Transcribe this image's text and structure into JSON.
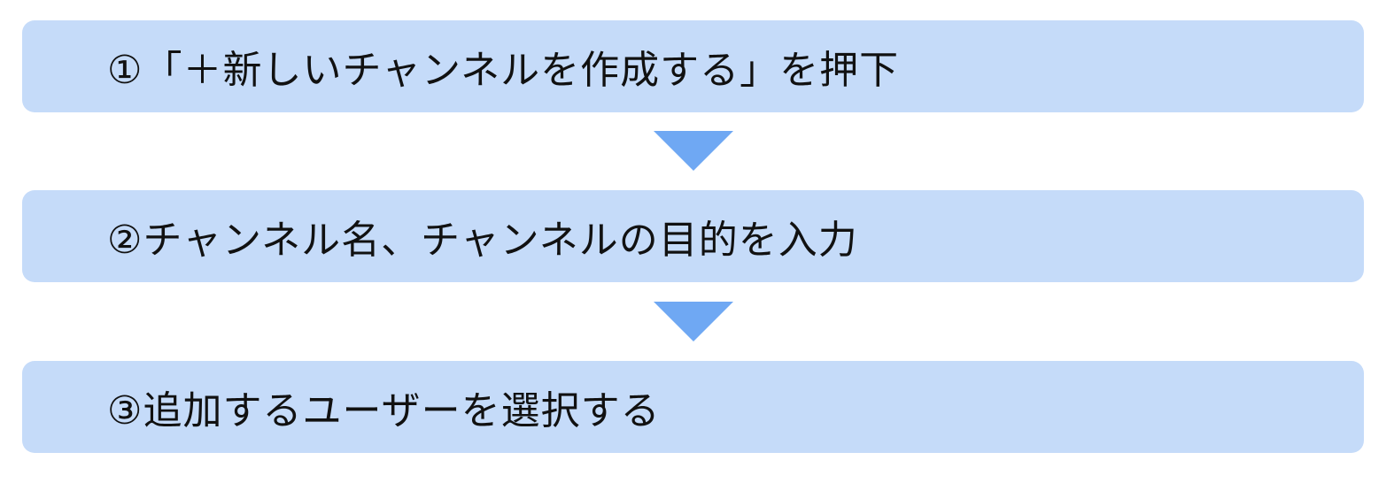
{
  "steps": [
    {
      "label": "①「＋新しいチャンネルを作成する」を押下"
    },
    {
      "label": "②チャンネル名、チャンネルの目的を入力"
    },
    {
      "label": "③追加するユーザーを選択する"
    }
  ],
  "colors": {
    "box": "#c5dbf9",
    "arrow": "#6fa8f3"
  }
}
